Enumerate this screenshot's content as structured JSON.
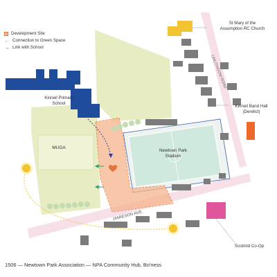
{
  "legend": {
    "development_site": "Development Site",
    "green_space": "Connection to Green Space",
    "school_link": "Link with School"
  },
  "labels": {
    "church": "St Mary of the\nAssumption RC Church",
    "road_linlithgow": "LINLITHGOW ROAD",
    "school": "Kinneil Primary\nSchool",
    "band_hall": "Kinneil Band Hall\n(Derelict)",
    "muga": "MUGA",
    "stadium": "Newtown Park\nStadium",
    "road_jamieson": "JAMIESON AVE",
    "coop": "Scotmid Co-Op"
  },
  "caption": "1506 — Newtown Park Association — NPA Community Hub, Bo'ness",
  "colors": {
    "green_space": "#e7ecc2",
    "road": "#f6dfe6",
    "site": "#f6b58e",
    "school": "#1f4d9c",
    "church": "#f2c431",
    "band_hall": "#ee6a2c",
    "coop": "#e0569b",
    "pitch": "#cfe9df",
    "buildings": "#7b7b7b",
    "sun": "#f2c431"
  },
  "icons": [
    "heart-icon",
    "sun-icon",
    "green-arrow-icon",
    "blue-arrow-icon"
  ]
}
